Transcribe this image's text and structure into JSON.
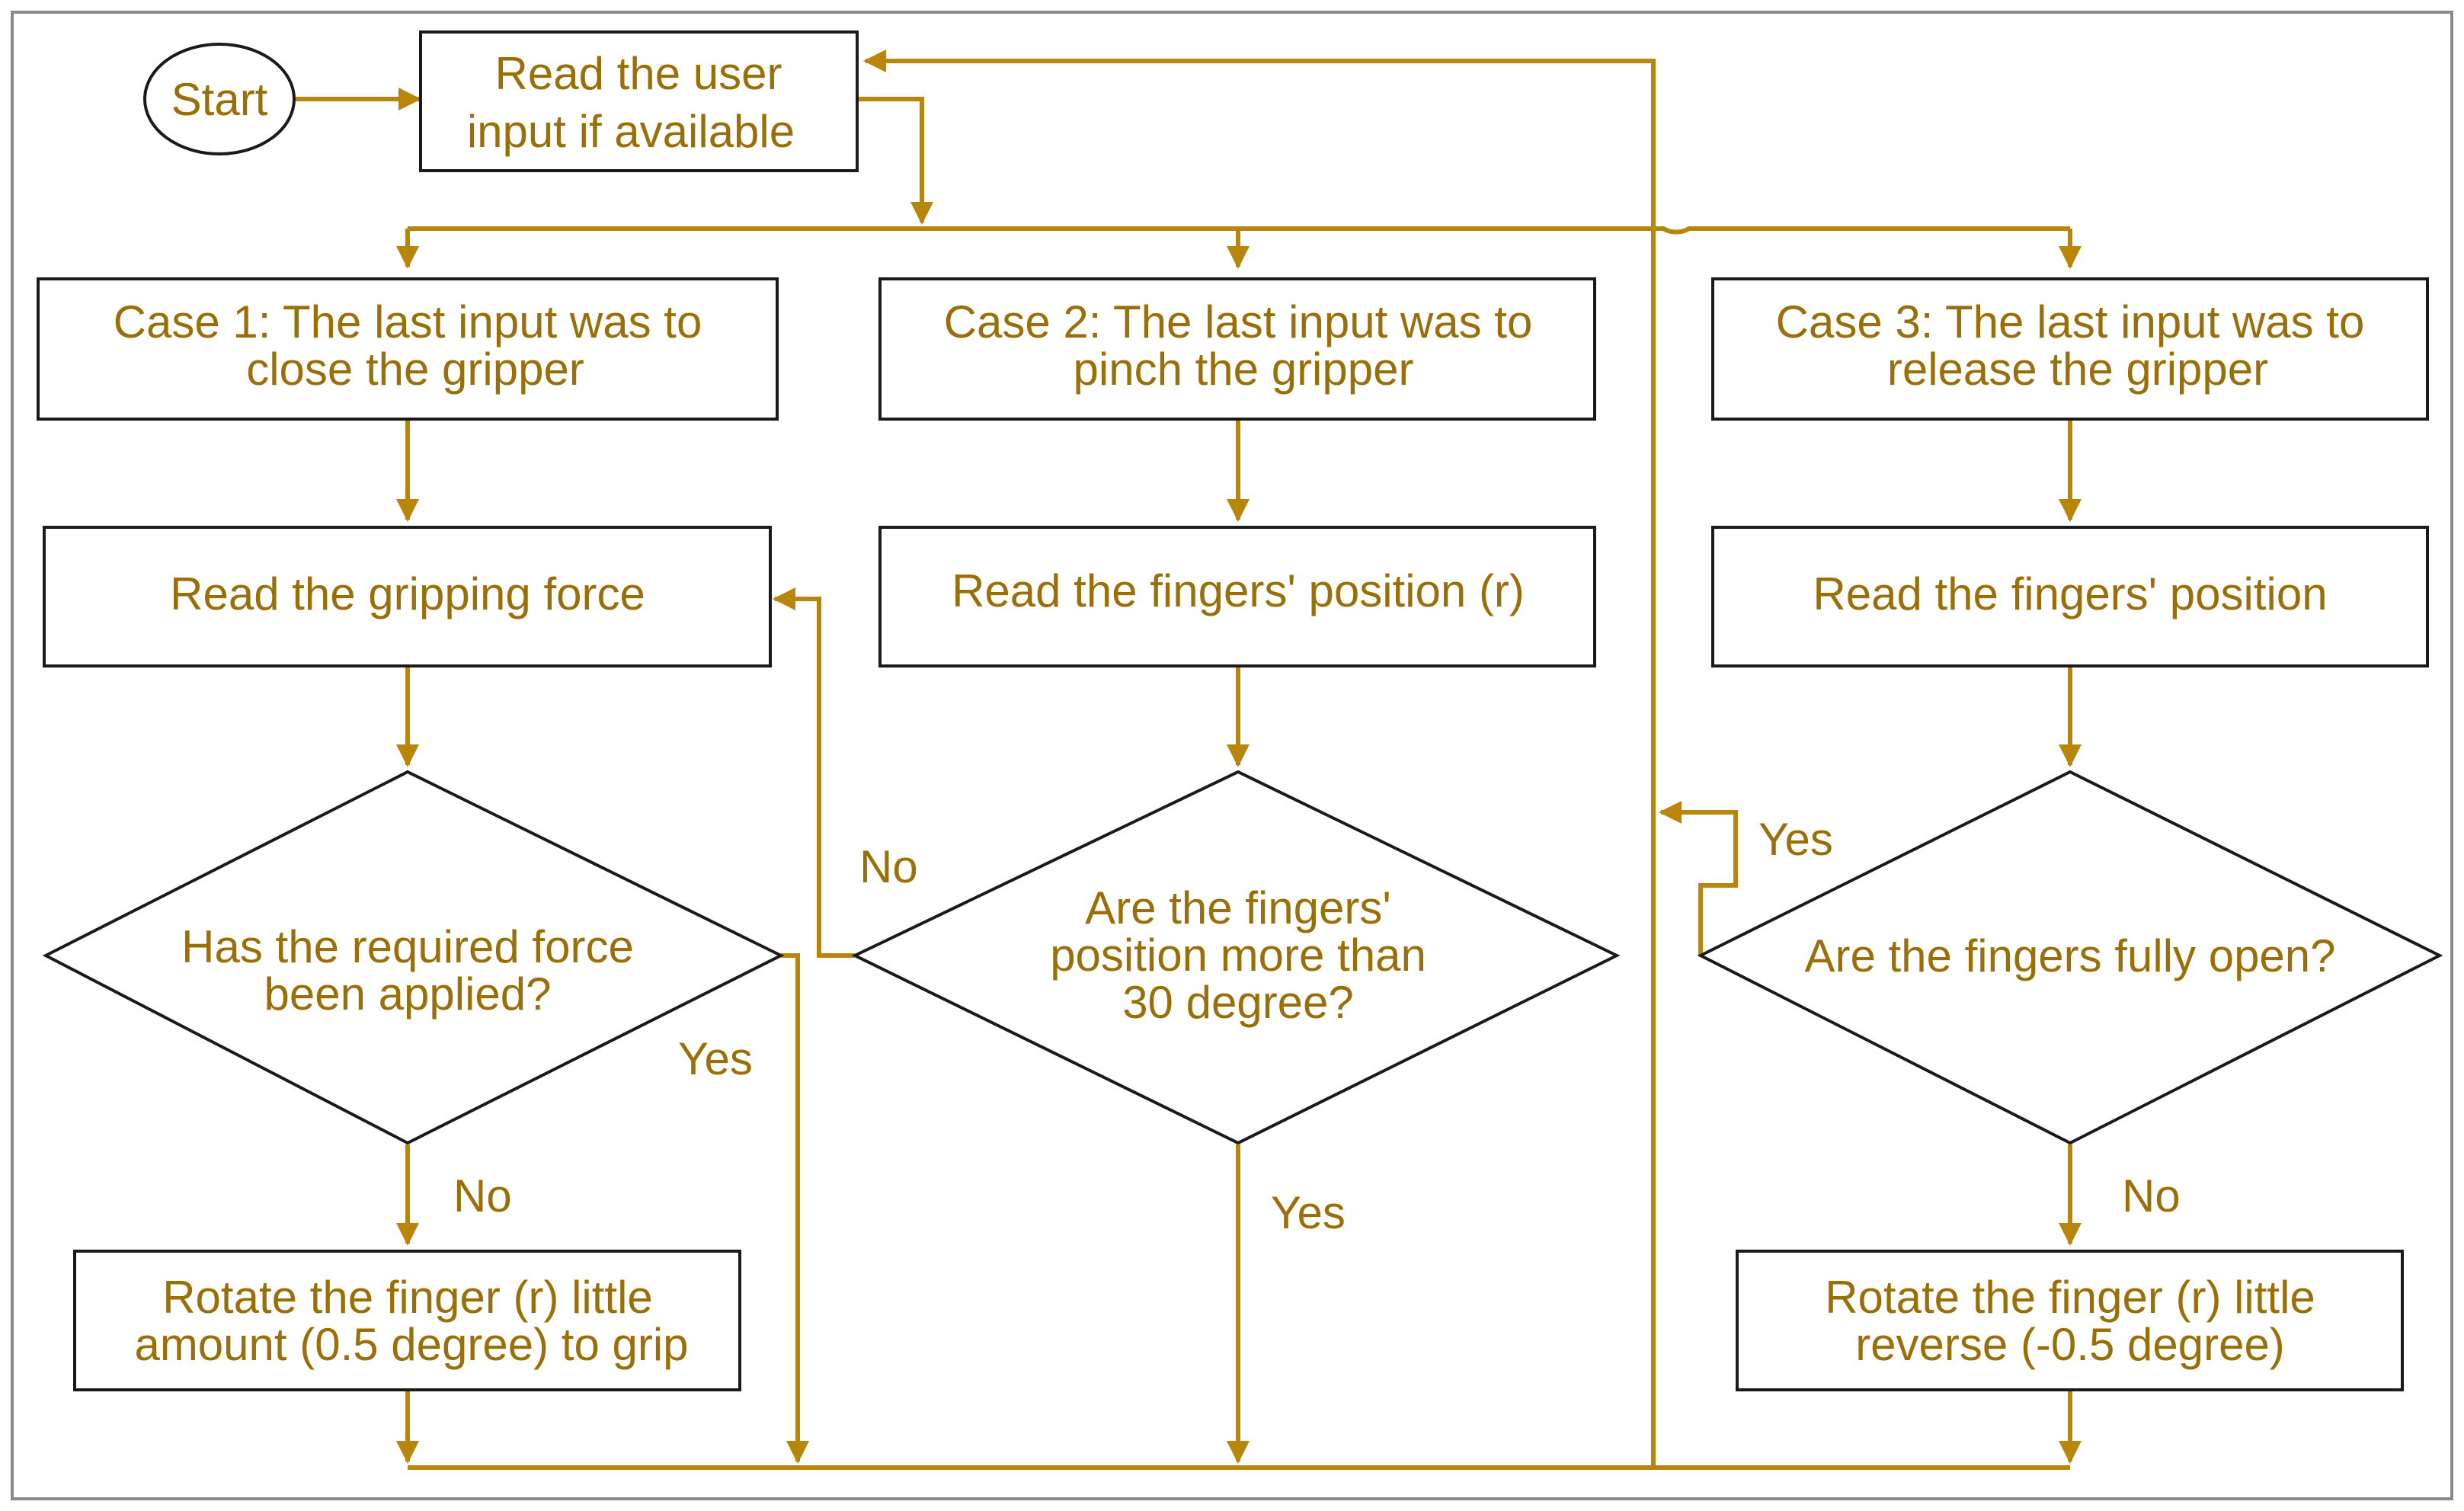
{
  "colors": {
    "flow": "#b8860b",
    "text": "#9a6f08",
    "box_border": "#1a1a1a",
    "frame_border": "#8a8a8a"
  },
  "nodes": {
    "start": {
      "text": "Start"
    },
    "read_input": {
      "lines": [
        "Read the user",
        "input if available"
      ]
    },
    "case1": {
      "lines": [
        "Case 1: The last input was to",
        "close the gripper"
      ]
    },
    "case2": {
      "lines": [
        "Case 2: The last input was to",
        "pinch the gripper"
      ]
    },
    "case3": {
      "lines": [
        "Case 3: The last input was to",
        "release the gripper"
      ]
    },
    "read_force": {
      "lines": [
        "Read the gripping force"
      ]
    },
    "read_pos_r": {
      "lines": [
        "Read the fingers' position (r)"
      ]
    },
    "read_pos": {
      "lines": [
        "Read the fingers' position"
      ]
    },
    "dec_force": {
      "lines": [
        "Has the required force",
        "been applied?"
      ]
    },
    "dec_30": {
      "lines": [
        "Are the fingers'",
        "position more than",
        "30 degree?"
      ]
    },
    "dec_open": {
      "lines": [
        "Are the fingers fully open?"
      ]
    },
    "rotate_grip": {
      "lines": [
        "Rotate the finger (r) little",
        "amount (0.5 degree) to grip"
      ]
    },
    "rotate_rev": {
      "lines": [
        "Rotate the finger (r) little",
        "reverse (-0.5 degree)"
      ]
    }
  },
  "edge_labels": {
    "force_yes": "Yes",
    "force_no": "No",
    "pos30_no": "No",
    "pos30_yes": "Yes",
    "open_yes": "Yes",
    "open_no": "No"
  }
}
